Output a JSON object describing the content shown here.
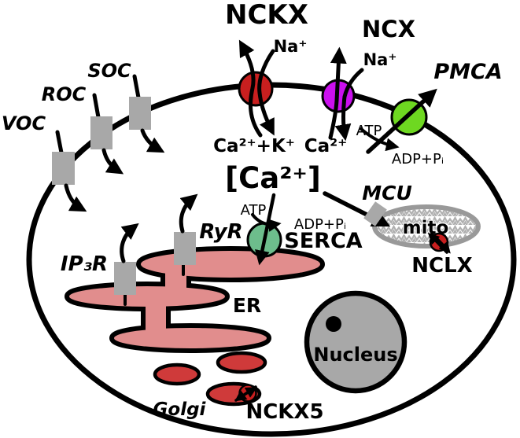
{
  "labels": {
    "nckx": "NCKX",
    "nckx_na": "Na⁺",
    "nckx_ca": "Ca²⁺+K⁺",
    "ncx": "NCX",
    "ncx_na": "Na⁺",
    "ncx_ca": "Ca²⁺",
    "pmca": "PMCA",
    "pmca_atp": "ATP",
    "pmca_adp": "ADP+Pᵢ",
    "voc": "VOC",
    "roc": "ROC",
    "soc": "SOC",
    "ca_cytosol": "[Ca²⁺]",
    "serca": "SERCA",
    "serca_atp": "ATP",
    "serca_adp": "ADP+Pᵢ",
    "ip3r": "IP₃R",
    "ryr": "RyR",
    "er": "ER",
    "mcu": "MCU",
    "mito": "mito",
    "nclx": "NCLX",
    "nucleus": "Nucleus",
    "golgi": "Golgi",
    "nckx5": "NCKX5"
  },
  "colors": {
    "nckx": "#c81f1f",
    "ncx": "#cb10ee",
    "pmca": "#6ed821",
    "serca": "#6dbd8c",
    "er": "#e18d8d",
    "golgi": "#cf3a3a",
    "nclx": "#c81f1f",
    "nckx5": "#c81f1f",
    "channel_gray": "#a8a8a8",
    "label_gray": "#8f8f8f",
    "nucleus_gray": "#a8a8a8",
    "mito_border": "#999999"
  }
}
